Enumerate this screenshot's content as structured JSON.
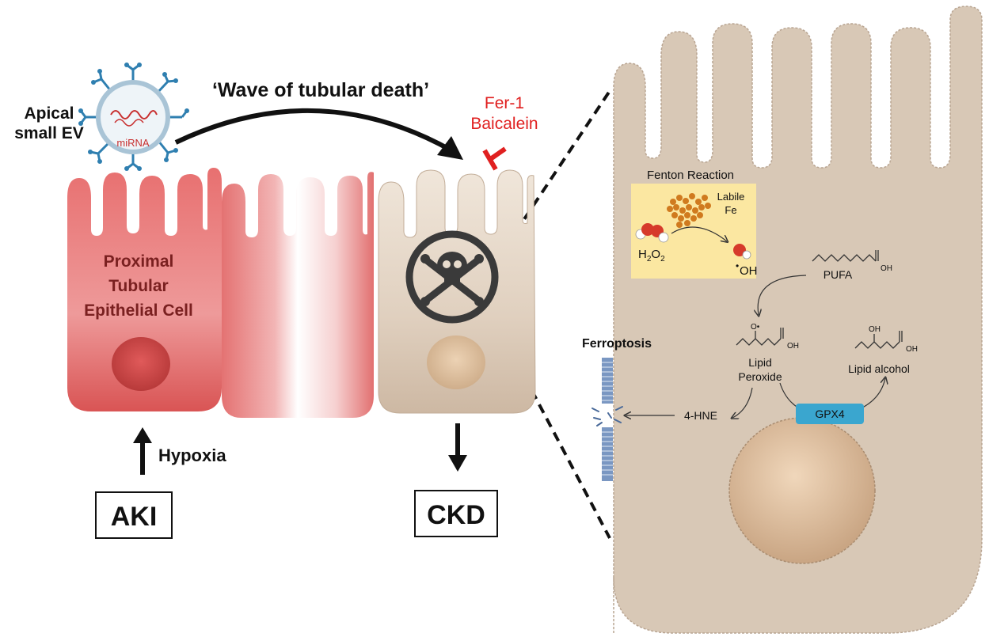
{
  "vesicle": {
    "label_line1": "Apical",
    "label_line2": "small EV",
    "cargo": "miRNA"
  },
  "wave_label": "‘Wave of tubular death’",
  "inhibitors": {
    "line1": "Fer-1",
    "line2": "Baicalein"
  },
  "cell_label": {
    "line1": "Proximal",
    "line2": "Tubular",
    "line3": "Epithelial Cell"
  },
  "hypoxia_label": "Hypoxia",
  "aki_label": "AKI",
  "ckd_label": "CKD",
  "fenton": {
    "title": "Fenton Reaction",
    "labile1": "Labile",
    "labile2": "Fe",
    "h2o2_main": "H",
    "h2o2_sub1": "2",
    "h2o2_o": "O",
    "h2o2_sub2": "2",
    "oh_dot": "•",
    "oh": "OH"
  },
  "pufa": {
    "label": "PUFA",
    "oh": "OH"
  },
  "lipid_peroxide": {
    "line1": "Lipid",
    "line2": "Peroxide",
    "oh": "OH",
    "o_radical": "O•"
  },
  "lipid_alcohol": {
    "label": "Lipid alcohol",
    "oh_top": "OH",
    "oh": "OH"
  },
  "gpx4": "GPX4",
  "hne": "4-HNE",
  "ferroptosis": "Ferroptosis",
  "colors": {
    "aki_cell": "#e46a6a",
    "ckd_cell": "#dccab3",
    "big_cell": "#d6c4b2",
    "inhibitor": "#e02020",
    "gpx4": "#3aa6cf",
    "fenton_box": "#fbe7a1"
  }
}
